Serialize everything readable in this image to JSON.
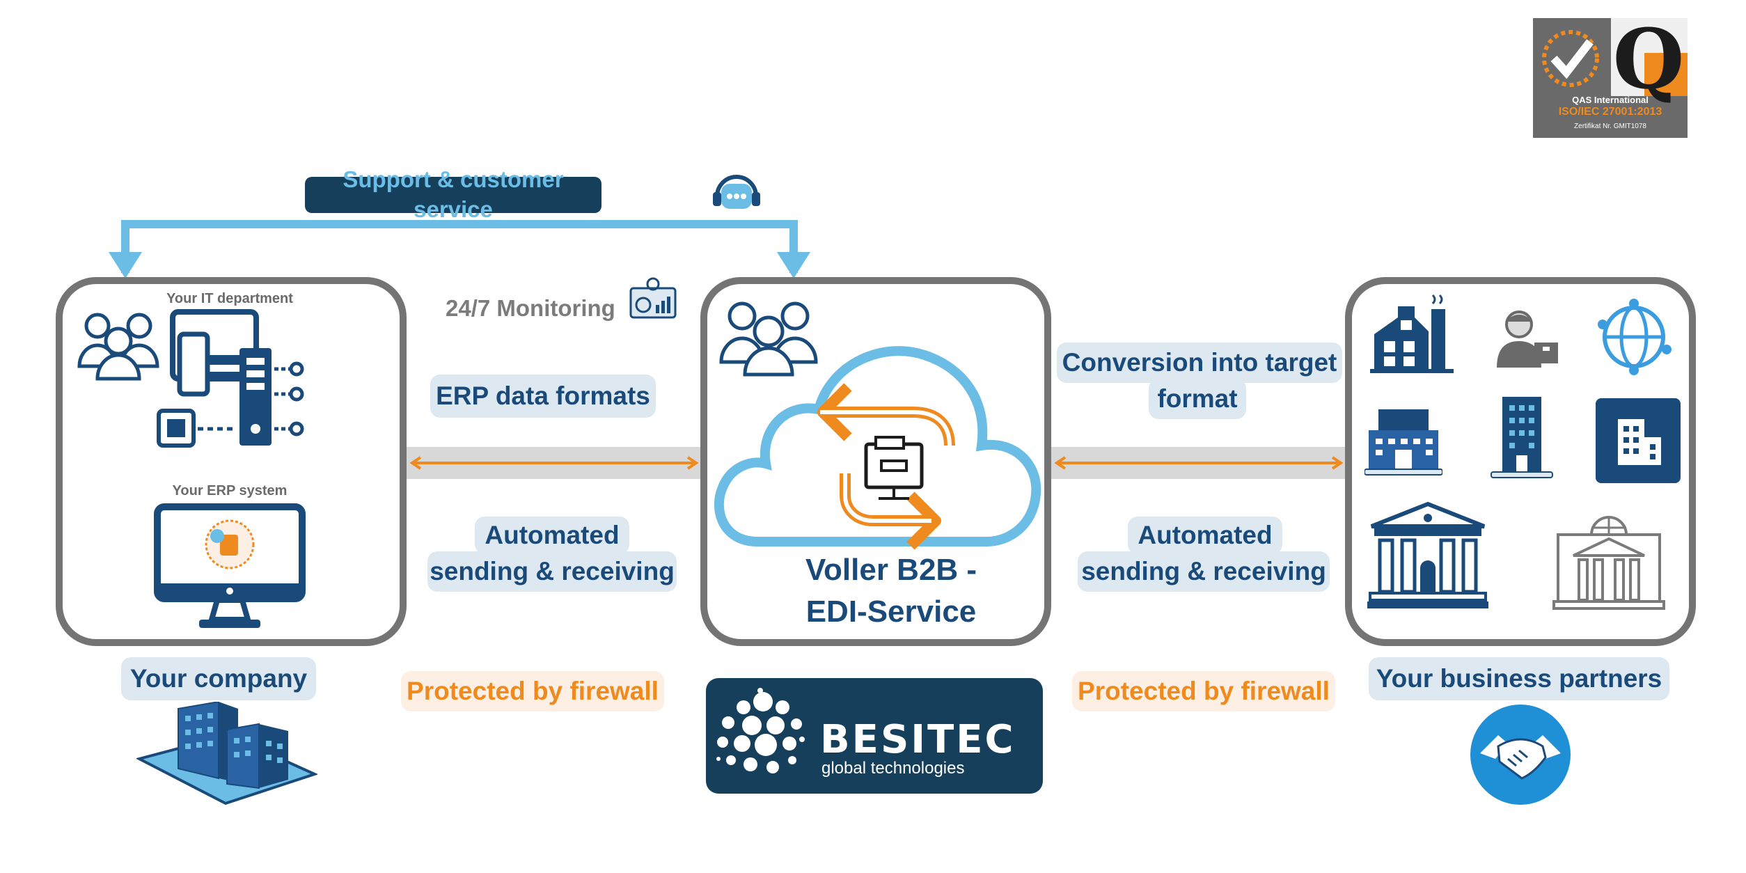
{
  "support": {
    "label": "Support & customer service"
  },
  "monitoring": {
    "label": "24/7 Monitoring"
  },
  "left_panel": {
    "it_department": "Your IT department",
    "erp_system": "Your ERP system"
  },
  "center_panel": {
    "line1": "Voller B2B -",
    "line2": "EDI-Service"
  },
  "labels": {
    "erp_formats": "ERP data formats",
    "automated_left_line1": "Automated",
    "automated_left_line2": "sending & receiving",
    "conversion_line1": "Conversion into target",
    "conversion_line2": "format",
    "automated_right_line1": "Automated",
    "automated_right_line2": "sending & receiving",
    "firewall_left": "Protected by firewall",
    "firewall_right": "Protected by firewall",
    "your_company": "Your company",
    "your_partners": "Your business partners"
  },
  "besitec": {
    "brand": "BESITEC",
    "tagline": "global technologies"
  },
  "certificate": {
    "org": "QAS International",
    "standard": "ISO/IEC 27001:2013",
    "number": "Zertifikat Nr. GMIT1078"
  },
  "colors": {
    "navy": "#1a4a7a",
    "sky": "#6cbde6",
    "orange": "#ef8a1f",
    "panel_border": "#747474",
    "dark_teal": "#153f5a"
  }
}
